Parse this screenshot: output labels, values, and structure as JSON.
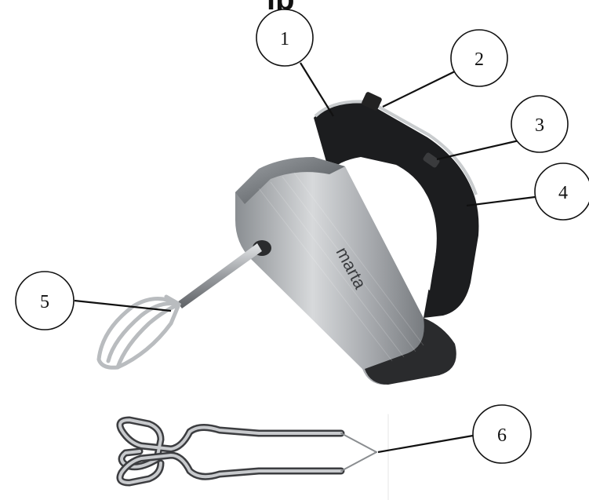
{
  "title": "ip",
  "brand": "marta",
  "callouts": [
    {
      "number": "1"
    },
    {
      "number": "2"
    },
    {
      "number": "3"
    },
    {
      "number": "4"
    },
    {
      "number": "5"
    },
    {
      "number": "6"
    }
  ],
  "colors": {
    "body_steel_light": "#d4d6d8",
    "body_steel_dark": "#6f7377",
    "handle_black": "#1c1d1f",
    "trim_silver": "#c9ccce",
    "wire": "#b9bcbf"
  }
}
